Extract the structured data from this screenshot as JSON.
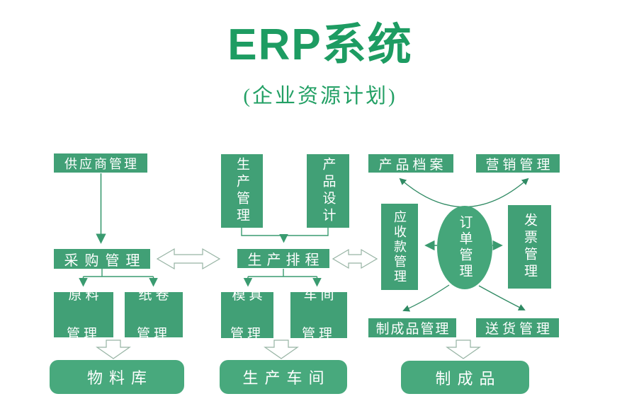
{
  "title": {
    "main": "ERP系统",
    "subtitle": "(企业资源计划)"
  },
  "nodes": {
    "supplier_mgmt": {
      "label": "供应商管理"
    },
    "purchasing_mgmt": {
      "label": "采购管理"
    },
    "raw_material_mgmt": {
      "line1": "原料",
      "line2": "管理"
    },
    "paper_roll_mgmt": {
      "line1": "纸卷",
      "line2": "管理"
    },
    "material_warehouse": {
      "label": "物料库"
    },
    "production_mgmt": {
      "label": "生产管理"
    },
    "product_design": {
      "label": "产品设计"
    },
    "production_scheduling": {
      "label": "生产排程"
    },
    "mold_mgmt": {
      "line1": "模具",
      "line2": "管理"
    },
    "workshop_mgmt": {
      "line1": "车间",
      "line2": "管理"
    },
    "production_workshop": {
      "label": "生产车间"
    },
    "product_archive": {
      "label": "产品档案"
    },
    "marketing_mgmt": {
      "label": "营销管理"
    },
    "receivables_mgmt": {
      "label": "应收款管理"
    },
    "order_mgmt": {
      "label": "订单管理"
    },
    "invoice_mgmt": {
      "label": "发票管理"
    },
    "finished_product_mgmt": {
      "label": "制成品管理"
    },
    "delivery_mgmt": {
      "label": "送货管理"
    },
    "finished_products": {
      "label": "制成品"
    }
  },
  "edges": [
    {
      "from": "supplier_mgmt",
      "to": "purchasing_mgmt",
      "style": "solid-arrow"
    },
    {
      "from": "purchasing_mgmt",
      "to": "raw_material_mgmt",
      "style": "solid-arrow"
    },
    {
      "from": "purchasing_mgmt",
      "to": "paper_roll_mgmt",
      "style": "solid-arrow"
    },
    {
      "from": "raw_material_mgmt/paper_roll_mgmt",
      "to": "material_warehouse",
      "style": "hollow-block-arrow"
    },
    {
      "from": "production_mgmt",
      "to": "production_scheduling",
      "style": "solid-arrow"
    },
    {
      "from": "product_design",
      "to": "production_scheduling",
      "style": "solid-arrow"
    },
    {
      "from": "purchasing_mgmt",
      "to": "production_scheduling",
      "style": "hollow-double-arrow"
    },
    {
      "from": "production_scheduling",
      "to": "receivables_mgmt",
      "style": "hollow-double-arrow"
    },
    {
      "from": "production_scheduling",
      "to": "mold_mgmt",
      "style": "solid-arrow"
    },
    {
      "from": "production_scheduling",
      "to": "workshop_mgmt",
      "style": "solid-arrow"
    },
    {
      "from": "mold_mgmt/workshop_mgmt",
      "to": "production_workshop",
      "style": "hollow-block-arrow"
    },
    {
      "from": "order_mgmt",
      "to": "product_archive",
      "style": "curved-arrow"
    },
    {
      "from": "order_mgmt",
      "to": "marketing_mgmt",
      "style": "curved-arrow"
    },
    {
      "from": "order_mgmt",
      "to": "receivables_mgmt",
      "style": "solid-arrow"
    },
    {
      "from": "order_mgmt",
      "to": "invoice_mgmt",
      "style": "solid-arrow"
    },
    {
      "from": "order_mgmt",
      "to": "finished_product_mgmt",
      "style": "curved-arrow"
    },
    {
      "from": "order_mgmt",
      "to": "delivery_mgmt",
      "style": "curved-arrow"
    },
    {
      "from": "finished_product_mgmt",
      "to": "finished_products",
      "style": "hollow-block-arrow"
    }
  ],
  "colors": {
    "box_green": "#41a076",
    "rounded_green": "#48a97d",
    "title_green": "#1d9c62",
    "arrow_green": "#3a9b70",
    "hollow_arrow_outline": "#96b3a3",
    "text": "#ffffff",
    "background": "#ffffff"
  }
}
